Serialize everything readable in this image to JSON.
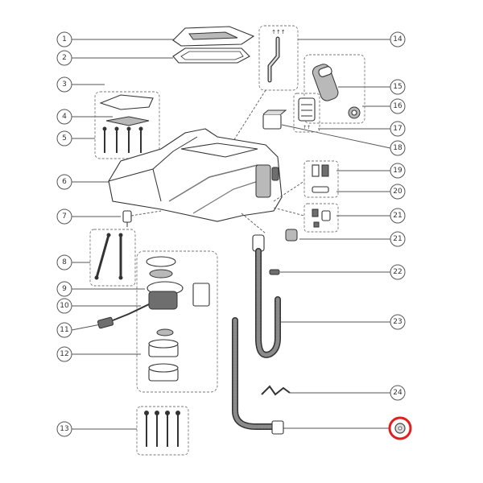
{
  "callouts": {
    "c1": "1",
    "c2": "2",
    "c3": "3",
    "c4": "4",
    "c5": "5",
    "c6": "6",
    "c7": "7",
    "c8": "8",
    "c9": "9",
    "c10": "10",
    "c11": "11",
    "c12": "12",
    "c13": "13",
    "c14": "14",
    "c15": "15",
    "c16": "16",
    "c17": "17",
    "c18": "18",
    "c19": "19",
    "c20": "20",
    "c21a": "21",
    "c21b": "21",
    "c22": "22",
    "c23": "23",
    "c24": "24"
  },
  "labels": {
    "valve_mark": "↑↑↑",
    "box_mark": "↑↑"
  },
  "highlight_color": "#e02020"
}
